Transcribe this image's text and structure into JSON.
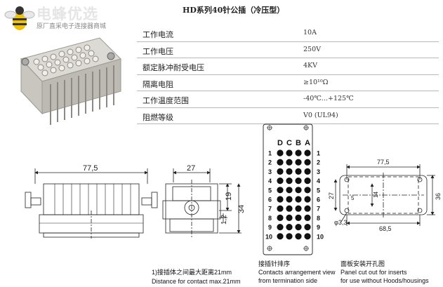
{
  "logo": {
    "title": "电蜂优选",
    "subtitle": "原厂直采电子连接器商城"
  },
  "page_title": "HD系列40针公插（冷压型）",
  "specs": [
    {
      "label": "工作电流",
      "value": "10A"
    },
    {
      "label": "工作电压",
      "value": "250V"
    },
    {
      "label": "额定脉冲耐受电压",
      "value": "4KV"
    },
    {
      "label": "隔离电阻",
      "value": "≥10¹⁰Ω"
    },
    {
      "label": "工作温度范围",
      "value": "-40℃...+125℃"
    },
    {
      "label": "阻燃等级",
      "value": "V0 (UL94)"
    }
  ],
  "dimensions": {
    "length": "77,5",
    "width": "27",
    "h19": "19",
    "h34": "34",
    "h12": "1,2",
    "panel_top": "77,5",
    "panel_36": "36",
    "panel_27": "27",
    "panel_14": "14",
    "panel_5": "5",
    "panel_68": "68,5",
    "hole": "φ3,3"
  },
  "arrangement": {
    "columns": [
      "D",
      "C",
      "B",
      "A"
    ],
    "rows": [
      "1",
      "2",
      "3",
      "4",
      "5",
      "6",
      "7",
      "8",
      "9",
      "10"
    ]
  },
  "captions": {
    "side_cn": "1)接插体之间最大距离21mm",
    "side_en": "Distance for contact max.21mm",
    "arr_cn": "接插针排序",
    "arr_en1": "Contacts arrangement view",
    "arr_en2": "from termination side",
    "panel_cn": "面板安装开孔图",
    "panel_en1": "Panel cut out for inserts",
    "panel_en2": "for use without Hoods/housings"
  }
}
